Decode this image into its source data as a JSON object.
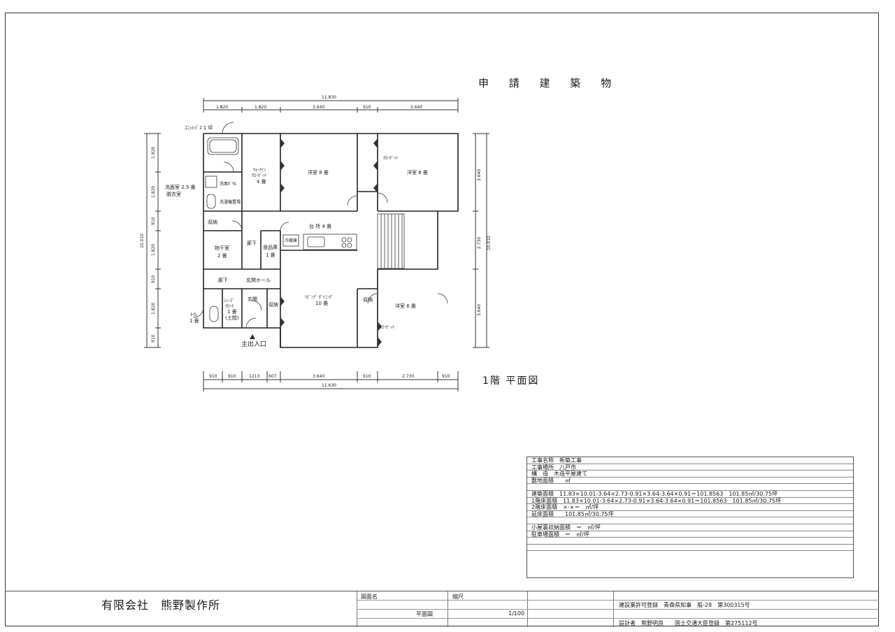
{
  "drawing": {
    "title": "申 請 建 築 物",
    "plan_label": "1階 平面図",
    "rooms": {
      "unit_bath": "ﾕﾆｯﾄﾊﾞｽ 1 坪",
      "washroom": "洗面室 2.5 畳",
      "dressing": "脱衣室",
      "wash_basin": "洗面ﾎﾞｳﾙ",
      "washer": "洗濯機置場",
      "storage_a": "収納",
      "drying_room": "物干室",
      "drying_size": "2 畳",
      "walk_in_label": "ｳｫｰｸｲﾝ",
      "walk_in_closet": "ｸﾛｰｾﾞｯﾄ",
      "walk_in_size": "4 畳",
      "western_a": "洋室 8 畳",
      "western_b": "洋室 8 畳",
      "closet_b": "ｸﾛｰｾﾞｯﾄ",
      "kitchen": "台 所 4 畳",
      "fridge": "冷蔵庫",
      "corridor_a": "廊下",
      "pantry": "食品庫",
      "pantry_size": "1 畳",
      "corridor_b": "廊下",
      "entrance_hall": "玄関ホール",
      "living": "ﾘﾋﾞﾝｸﾞ ﾀﾞｲﾆﾝｸﾞ",
      "living_size": "10 畳",
      "storage_b": "収納",
      "western_c": "洋室 6 畳",
      "closet_c": "ｸﾛｰｾﾞｯﾄ",
      "toilet": "ﾄｲﾚ",
      "toilet_size": "1 畳",
      "shoes_closet": "ｼｭｰｽﾞ",
      "shoes_closet_2": "ｸﾛｰｸ",
      "shoes_size": "1 畳",
      "shoes_floor": "(土間)",
      "genkan": "玄関",
      "storage_c": "収納",
      "main_entrance": "主出入口"
    },
    "dims_top": {
      "overall": "11.830",
      "segments": [
        "1.820",
        "1.820",
        "3.640",
        "910",
        "3.640"
      ]
    },
    "dims_bottom": {
      "overall": "11.630",
      "segments": [
        "910",
        "910",
        "1213",
        "607",
        "3.640",
        "910",
        "2.730",
        "910"
      ]
    },
    "dims_left": {
      "overall": "10.010",
      "segments": [
        "1.820",
        "1.820",
        "910",
        "1.820",
        "910",
        "1.820",
        "910"
      ]
    },
    "dims_right": {
      "overall": "10.010",
      "segments": [
        "3.640",
        "2.730",
        "3.640"
      ]
    }
  },
  "info_table": [
    "工事名称　新築工事",
    "工事場所　八戸市",
    "構　造　木造平屋建て",
    "敷地面積　　㎡",
    "",
    "建築面積　11.83×10.01-3.64×2.73-0.91×3.64-3.64×0.91＝101.8563　101.85㎡/30.75坪",
    "1階床面積　11.83×10.01-3.64×2.73-0.91×3.64-3.64×0.91＝101.8563　101.85㎡/30.75坪",
    "2階床面積　×-×＝　㎡/坪",
    "延床面積　　101.85㎡/30.75坪",
    "",
    "小屋裏収納面積　＝　㎡/坪",
    "駐車場面積　＝　㎡/坪",
    "",
    "",
    ""
  ],
  "title_block": {
    "company": "有限会社　熊野製作所",
    "drawing_name_label": "図面名",
    "drawing_name": "平面図",
    "scale_label": "縮尺",
    "scale": "1/100",
    "license": "建設業許可登録　青森県知事　般-28　第300315号",
    "designer": "設計者　熊野明良　　国土交通大臣登録　第275112号"
  }
}
